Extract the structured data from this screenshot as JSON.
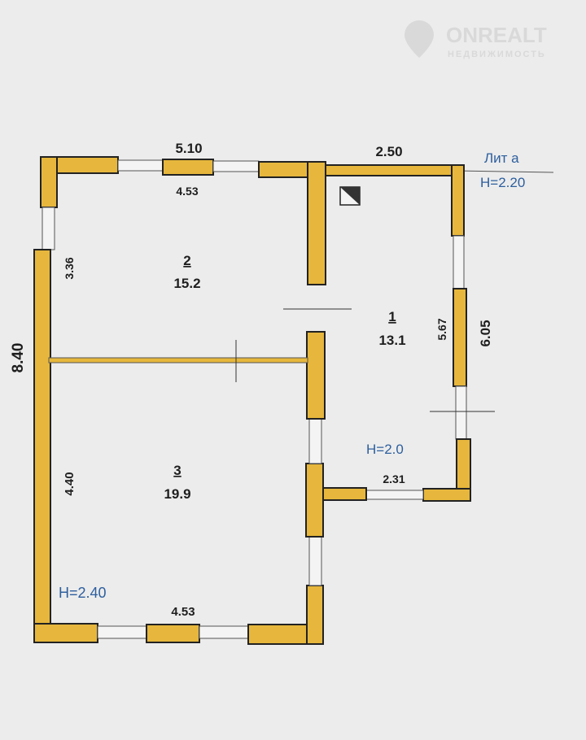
{
  "watermark": {
    "brand": "ONREALT",
    "tagline": "НЕДВИЖИМОСТЬ"
  },
  "colors": {
    "wall": "#e6b73c",
    "label_blue": "#2d5f9e",
    "paper": "#ececec"
  },
  "plan": {
    "outer_dims": {
      "top_left": "5.10",
      "top_right": "2.50",
      "left": "8.40",
      "right": "6.05"
    },
    "inner_dims": {
      "room2_width": "4.53",
      "room2_depth": "3.36",
      "room3_depth": "4.40",
      "room3_width": "4.53",
      "room1_depth": "5.67",
      "room1_width": "2.31"
    },
    "rooms": [
      {
        "number": "2",
        "area": "15.2"
      },
      {
        "number": "1",
        "area": "13.1"
      },
      {
        "number": "3",
        "area": "19.9"
      }
    ],
    "annex_label": "Лит а",
    "annex_height": "H=2.20",
    "room1_height": "H=2.0",
    "main_height": "H=2.40"
  }
}
